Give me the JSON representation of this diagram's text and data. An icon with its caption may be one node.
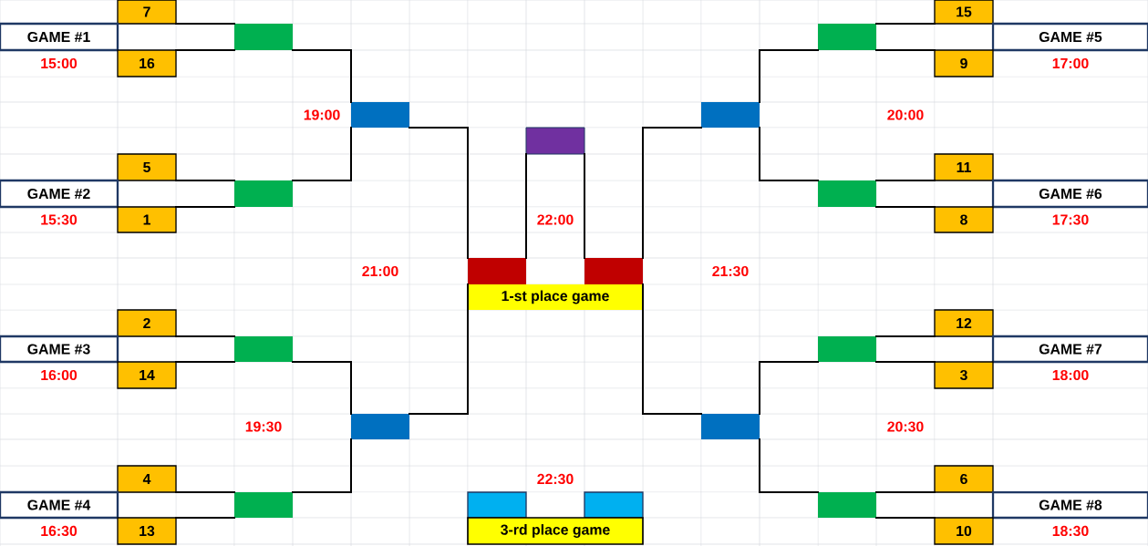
{
  "diagram": {
    "nodes": [
      {
        "text": [
          "7"
        ]
      },
      {
        "text": [
          "15"
        ]
      },
      {
        "text": [
          "GAME #1"
        ],
        "beside": [
          "15:00"
        ]
      },
      {
        "text": [],
        "shape": "box"
      },
      {
        "text": [],
        "shape": "box"
      },
      {
        "text": [
          "GAME #5"
        ],
        "beside": [
          "17:00"
        ]
      },
      {
        "text": [
          "16"
        ]
      },
      {
        "text": [
          "9"
        ]
      },
      {
        "text": [],
        "shape": "box"
      },
      {
        "text": [],
        "shape": "box"
      },
      {
        "text": [],
        "shape": "box"
      },
      {
        "text": [
          "5"
        ]
      },
      {
        "text": [
          "11"
        ]
      },
      {
        "text": [
          "GAME #2"
        ],
        "beside": [
          "15:30"
        ]
      },
      {
        "text": [],
        "shape": "box"
      },
      {
        "text": [],
        "shape": "box"
      },
      {
        "text": [
          "GAME #6"
        ],
        "beside": [
          "17:30"
        ]
      },
      {
        "text": [
          "1"
        ]
      },
      {
        "text": [
          "8"
        ]
      },
      {
        "text": [],
        "shape": "box"
      },
      {
        "text": [],
        "shape": "box"
      },
      {
        "text": [
          "1-st place game"
        ]
      },
      {
        "text": [
          "2"
        ]
      },
      {
        "text": [
          "12"
        ]
      },
      {
        "text": [
          "GAME #3"
        ],
        "beside": [
          "16:00"
        ]
      },
      {
        "text": [],
        "shape": "box"
      },
      {
        "text": [],
        "shape": "box"
      },
      {
        "text": [
          "GAME #7"
        ],
        "beside": [
          "18:00"
        ]
      },
      {
        "text": [
          "14"
        ]
      },
      {
        "text": [
          "3"
        ]
      },
      {
        "text": [],
        "shape": "box"
      },
      {
        "text": [],
        "shape": "box"
      },
      {
        "text": [
          "4"
        ]
      },
      {
        "text": [
          "6"
        ]
      },
      {
        "text": [
          "GAME #4"
        ],
        "beside": [
          "16:30"
        ]
      },
      {
        "text": [],
        "shape": "box"
      },
      {
        "text": [],
        "shape": "box"
      },
      {
        "text": [],
        "shape": "box"
      },
      {
        "text": [],
        "shape": "box"
      },
      {
        "text": [
          "GAME #8"
        ],
        "beside": [
          "18:30"
        ]
      },
      {
        "text": [
          "13"
        ]
      },
      {
        "text": [
          "3-rd place game"
        ]
      },
      {
        "text": [
          "10"
        ]
      }
    ],
    "edges": [
      {
        "from": 0,
        "to": 3,
        "arrow": "none"
      },
      {
        "from": 6,
        "to": 3,
        "arrow": "none"
      },
      {
        "from": 11,
        "to": 14,
        "arrow": "none"
      },
      {
        "from": 17,
        "to": 14,
        "arrow": "none"
      },
      {
        "from": 22,
        "to": 25,
        "arrow": "none"
      },
      {
        "from": 28,
        "to": 25,
        "arrow": "none"
      },
      {
        "from": 32,
        "to": 35,
        "arrow": "none"
      },
      {
        "from": 40,
        "to": 35,
        "arrow": "none"
      },
      {
        "from": 1,
        "to": 4,
        "arrow": "none"
      },
      {
        "from": 7,
        "to": 4,
        "arrow": "none"
      },
      {
        "from": 12,
        "to": 15,
        "arrow": "none"
      },
      {
        "from": 18,
        "to": 15,
        "arrow": "none"
      },
      {
        "from": 23,
        "to": 26,
        "arrow": "none"
      },
      {
        "from": 29,
        "to": 26,
        "arrow": "none"
      },
      {
        "from": 33,
        "to": 38,
        "arrow": "none"
      },
      {
        "from": 42,
        "to": 38,
        "arrow": "none"
      },
      {
        "from": 3,
        "to": 8,
        "arrow": "none"
      },
      {
        "from": 14,
        "to": 8,
        "arrow": "none"
      },
      {
        "from": 25,
        "to": 30,
        "arrow": "none"
      },
      {
        "from": 35,
        "to": 30,
        "arrow": "none"
      },
      {
        "from": 4,
        "to": 9,
        "arrow": "none"
      },
      {
        "from": 15,
        "to": 9,
        "arrow": "none"
      },
      {
        "from": 26,
        "to": 31,
        "arrow": "none"
      },
      {
        "from": 38,
        "to": 31,
        "arrow": "none"
      },
      {
        "from": 8,
        "to": 19,
        "arrow": "none"
      },
      {
        "from": 30,
        "to": 19,
        "arrow": "none"
      },
      {
        "from": 9,
        "to": 20,
        "arrow": "none"
      },
      {
        "from": 31,
        "to": 20,
        "arrow": "none"
      },
      {
        "from": 19,
        "to": 10,
        "arrow": "none"
      },
      {
        "from": 20,
        "to": 10,
        "arrow": "none"
      }
    ],
    "labels": [
      "19:00",
      "20:00",
      "22:00",
      "21:00",
      "21:30",
      "19:30",
      "20:30",
      "22:30"
    ]
  }
}
